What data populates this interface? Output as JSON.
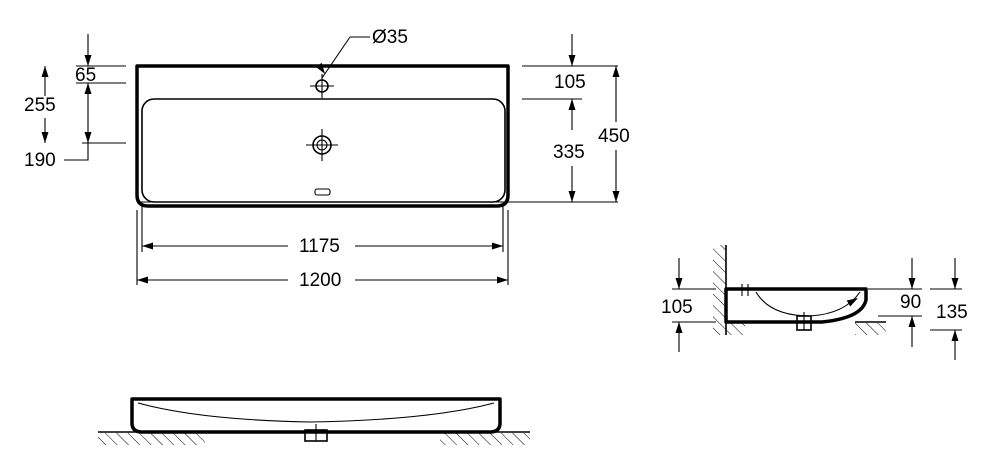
{
  "colors": {
    "line": "#000000",
    "background": "#ffffff"
  },
  "plan_view": {
    "tap_hole_diameter": "Ø35",
    "dim_top_left_upper": "65",
    "dim_top_left_total": "255",
    "dim_left_lower": "190",
    "dim_right_upper": "105",
    "dim_right_middle": "335",
    "dim_right_total": "450",
    "dim_inner_width": "1175",
    "dim_overall_width": "1200"
  },
  "side_view": {
    "dim_left_height": "105",
    "dim_right_inner": "90",
    "dim_right_total": "135"
  }
}
